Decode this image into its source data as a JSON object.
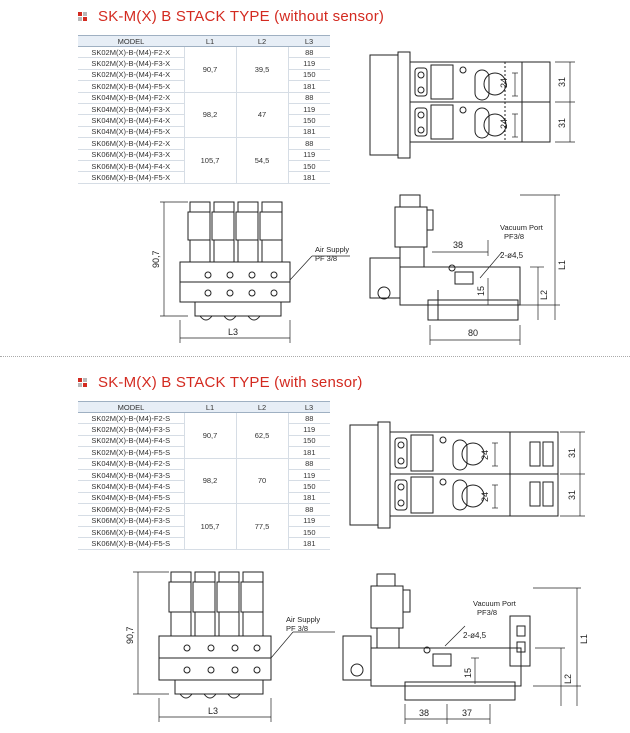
{
  "sections": [
    {
      "title": "SK-M(X) B STACK TYPE (without sensor)",
      "headers": [
        "MODEL",
        "L1",
        "L2",
        "L3"
      ],
      "groups": [
        {
          "models": [
            "SK02M(X)-B-(M4)-F2-X",
            "SK02M(X)-B-(M4)-F3-X",
            "SK02M(X)-B-(M4)-F4-X",
            "SK02M(X)-B-(M4)-F5-X"
          ],
          "l1": "90,7",
          "l2": "39,5",
          "l3": [
            "88",
            "119",
            "150",
            "181"
          ]
        },
        {
          "models": [
            "SK04M(X)-B-(M4)-F2-X",
            "SK04M(X)-B-(M4)-F3-X",
            "SK04M(X)-B-(M4)-F4-X",
            "SK04M(X)-B-(M4)-F5-X"
          ],
          "l1": "98,2",
          "l2": "47",
          "l3": [
            "88",
            "119",
            "150",
            "181"
          ]
        },
        {
          "models": [
            "SK06M(X)-B-(M4)-F2-X",
            "SK06M(X)-B-(M4)-F3-X",
            "SK06M(X)-B-(M4)-F4-X",
            "SK06M(X)-B-(M4)-F5-X"
          ],
          "l1": "105,7",
          "l2": "54,5",
          "l3": [
            "88",
            "119",
            "150",
            "181"
          ]
        }
      ],
      "top_view": {
        "dims": [
          "24",
          "24",
          "31",
          "31"
        ]
      },
      "front_view": {
        "height": "90,7",
        "air_supply": "Air Supply",
        "air_supply_pf": "PF 3/8",
        "width": "L3"
      },
      "side_view": {
        "vacuum_port": "Vacuum Port",
        "vacuum_pf": "PF3/8",
        "holes": "2-ø4,5",
        "d38": "38",
        "d15": "15",
        "l1": "L1",
        "l2": "L2",
        "d80": "80"
      }
    },
    {
      "title": "SK-M(X) B STACK TYPE (with sensor)",
      "headers": [
        "MODEL",
        "L1",
        "L2",
        "L3"
      ],
      "groups": [
        {
          "models": [
            "SK02M(X)-B-(M4)-F2-S",
            "SK02M(X)-B-(M4)-F3-S",
            "SK02M(X)-B-(M4)-F4-S",
            "SK02M(X)-B-(M4)-F5-S"
          ],
          "l1": "90,7",
          "l2": "62,5",
          "l3": [
            "88",
            "119",
            "150",
            "181"
          ]
        },
        {
          "models": [
            "SK04M(X)-B-(M4)-F2-S",
            "SK04M(X)-B-(M4)-F3-S",
            "SK04M(X)-B-(M4)-F4-S",
            "SK04M(X)-B-(M4)-F5-S"
          ],
          "l1": "98,2",
          "l2": "70",
          "l3": [
            "88",
            "119",
            "150",
            "181"
          ]
        },
        {
          "models": [
            "SK06M(X)-B-(M4)-F2-S",
            "SK06M(X)-B-(M4)-F3-S",
            "SK06M(X)-B-(M4)-F4-S",
            "SK06M(X)-B-(M4)-F5-S"
          ],
          "l1": "105,7",
          "l2": "77,5",
          "l3": [
            "88",
            "119",
            "150",
            "181"
          ]
        }
      ],
      "top_view": {
        "dims": [
          "24",
          "24",
          "31",
          "31"
        ]
      },
      "front_view": {
        "height": "90,7",
        "air_supply": "Air Supply",
        "air_supply_pf": "PF 3/8",
        "width": "L3"
      },
      "side_view": {
        "vacuum_port": "Vacuum Port",
        "vacuum_pf": "PF3/8",
        "holes": "2-ø4,5",
        "d15": "15",
        "l1": "L1",
        "l2": "L2",
        "d38": "38",
        "d37": "37"
      }
    }
  ],
  "colors": {
    "title": "#d32a20",
    "table_header_bg": "#e7eef6"
  }
}
